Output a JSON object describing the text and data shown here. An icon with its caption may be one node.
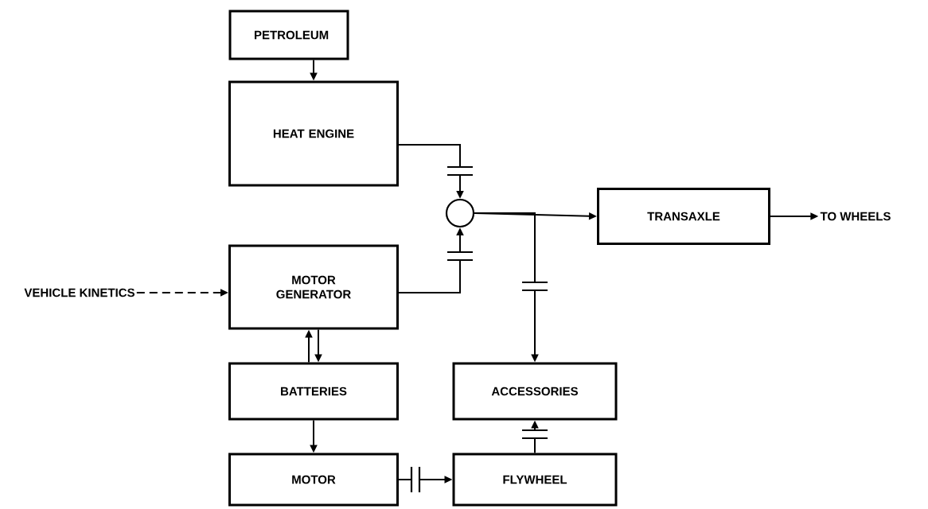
{
  "diagram": {
    "nodes": [
      {
        "text": [
          "PETROLEUM"
        ]
      },
      {
        "text": [
          "HEAT ENGINE"
        ]
      },
      {
        "text": [],
        "shape": "circle"
      },
      {
        "text": [
          "TRANSAXLE"
        ]
      },
      {
        "text": [
          "TO WHEELS"
        ]
      },
      {
        "text": [
          "VEHICLE KINETICS"
        ]
      },
      {
        "text": [
          "MOTOR GENERATOR"
        ]
      },
      {
        "text": [
          "BATTERIES"
        ]
      },
      {
        "text": [
          "ACCESSORIES"
        ]
      },
      {
        "text": [
          "MOTOR"
        ]
      },
      {
        "text": [
          "FLYWHEEL"
        ]
      }
    ],
    "edges": [
      {
        "from": 0,
        "to": 1,
        "arrow": "to"
      },
      {
        "from": 1,
        "to": 2,
        "arrow": "to"
      },
      {
        "from": 6,
        "to": 2,
        "arrow": "to"
      },
      {
        "from": 2,
        "to": 3,
        "arrow": "to"
      },
      {
        "from": 2,
        "to": 8,
        "arrow": "to"
      },
      {
        "from": 3,
        "to": 4,
        "arrow": "to"
      },
      {
        "from": 5,
        "to": 6,
        "arrow": "to",
        "style": "dashed"
      },
      {
        "from": 6,
        "to": 7,
        "arrow": "to"
      },
      {
        "from": 7,
        "to": 6,
        "arrow": "to"
      },
      {
        "from": 7,
        "to": 9,
        "arrow": "to"
      },
      {
        "from": 9,
        "to": 10,
        "arrow": "to"
      },
      {
        "from": 10,
        "to": 8,
        "arrow": "to"
      }
    ]
  }
}
